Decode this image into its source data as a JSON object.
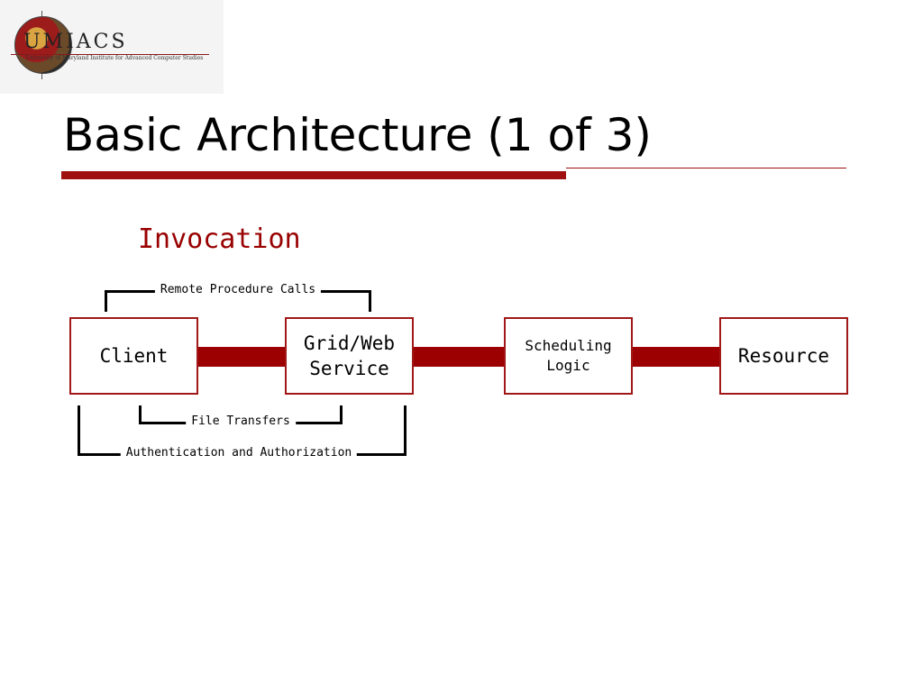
{
  "logo": {
    "wordmark": "UMIACS",
    "tagline": "University of Maryland Institute for Advanced Computer Studies"
  },
  "slide": {
    "title": "Basic Architecture (1 of 3)",
    "subtitle": "Invocation"
  },
  "diagram": {
    "nodes": {
      "client": "Client",
      "grid_line1": "Grid/Web",
      "grid_line2": "Service",
      "sched_line1": "Scheduling",
      "sched_line2": "Logic",
      "resource": "Resource"
    },
    "brackets": {
      "rpc": "Remote Procedure Calls",
      "files": "File Transfers",
      "auth": "Authentication and Authorization"
    }
  },
  "colors": {
    "accent": "#a01010",
    "link_bar": "#9c0000",
    "subtitle": "#990000"
  }
}
